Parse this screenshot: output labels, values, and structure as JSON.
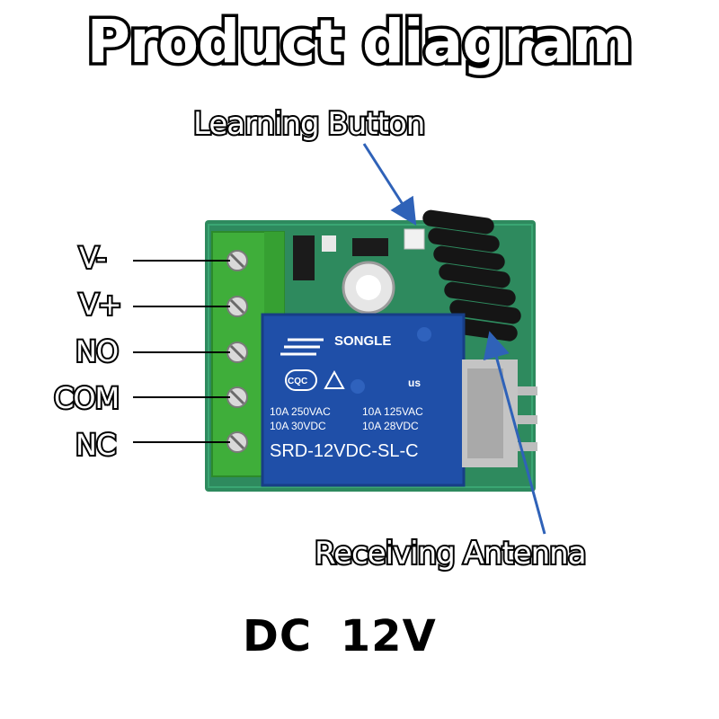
{
  "title": "Product diagram",
  "callouts": {
    "learning_button": "Learning Button",
    "receiving_antenna": "Receiving Antenna"
  },
  "terminals": [
    "V-",
    "V+",
    "NO",
    "COM",
    "NC"
  ],
  "relay": {
    "brand": "SONGLE",
    "cert_left": "CQC",
    "cert_right": "us",
    "rating_left_1": "10A 250VAC",
    "rating_right_1": "10A 125VAC",
    "rating_left_2": "10A 30VDC",
    "rating_right_2": "10A 28VDC",
    "model": "SRD-12VDC-SL-C"
  },
  "voltage_label": "DC  12V",
  "colors": {
    "pcb": "#2e8a5e",
    "terminal_block": "#3fae3a",
    "relay": "#1f4fa8",
    "antenna": "#151515",
    "arrow": "#2f62b8"
  }
}
